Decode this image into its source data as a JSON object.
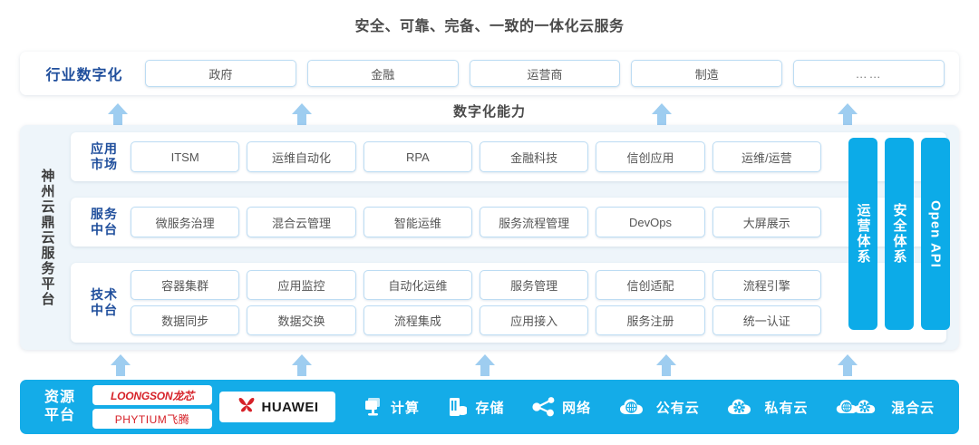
{
  "title": "安全、可靠、完备、一致的一体化云服务",
  "industry": {
    "label": "行业数字化",
    "items": [
      "政府",
      "金融",
      "运营商",
      "制造",
      "……"
    ]
  },
  "capability_caption": "数字化能力",
  "platform": {
    "vertical_label": "神州云鼎云服务平台",
    "rows": [
      {
        "label_line1": "应用",
        "label_line2": "市场",
        "cells": [
          "ITSM",
          "运维自动化",
          "RPA",
          "金融科技",
          "信创应用",
          "运维/运营"
        ]
      },
      {
        "label_line1": "服务",
        "label_line2": "中台",
        "cells": [
          "微服务治理",
          "混合云管理",
          "智能运维",
          "服务流程管理",
          "DevOps",
          "大屏展示"
        ]
      },
      {
        "label_line1": "技术",
        "label_line2": "中台",
        "cells_line1": [
          "容器集群",
          "应用监控",
          "自动化运维",
          "服务管理",
          "信创适配",
          "流程引擎"
        ],
        "cells_line2": [
          "数据同步",
          "数据交换",
          "流程集成",
          "应用接入",
          "服务注册",
          "统一认证"
        ]
      }
    ],
    "side_bars": [
      {
        "text": "运营体系",
        "latin": false
      },
      {
        "text": "安全体系",
        "latin": false
      },
      {
        "text": "Open API",
        "latin": true
      }
    ]
  },
  "resource": {
    "label_line1": "资源",
    "label_line2": "平台",
    "vendor_logos": [
      "LOONGSON龙芯",
      "PHYTIUM飞腾"
    ],
    "huawei_label": "HUAWEI",
    "items": [
      {
        "label": "计算",
        "icon": "compute-icon"
      },
      {
        "label": "存储",
        "icon": "storage-icon"
      },
      {
        "label": "网络",
        "icon": "network-icon"
      },
      {
        "label": "公有云",
        "icon": "public-cloud-icon"
      },
      {
        "label": "私有云",
        "icon": "private-cloud-icon"
      },
      {
        "label": "混合云",
        "icon": "hybrid-cloud-icon"
      }
    ]
  },
  "colors": {
    "accent_blue": "#14ace8",
    "bar_blue": "#0cabe8",
    "label_navy": "#1f4e9c",
    "arrow_blue": "#9ecdf0",
    "panel_bg": "#eef5fa",
    "logo_red": "#d62128"
  },
  "arrows": {
    "upper_x": [
      130,
      333,
      730,
      935
    ],
    "lower_x": [
      133,
      333,
      535,
      735,
      935
    ]
  }
}
